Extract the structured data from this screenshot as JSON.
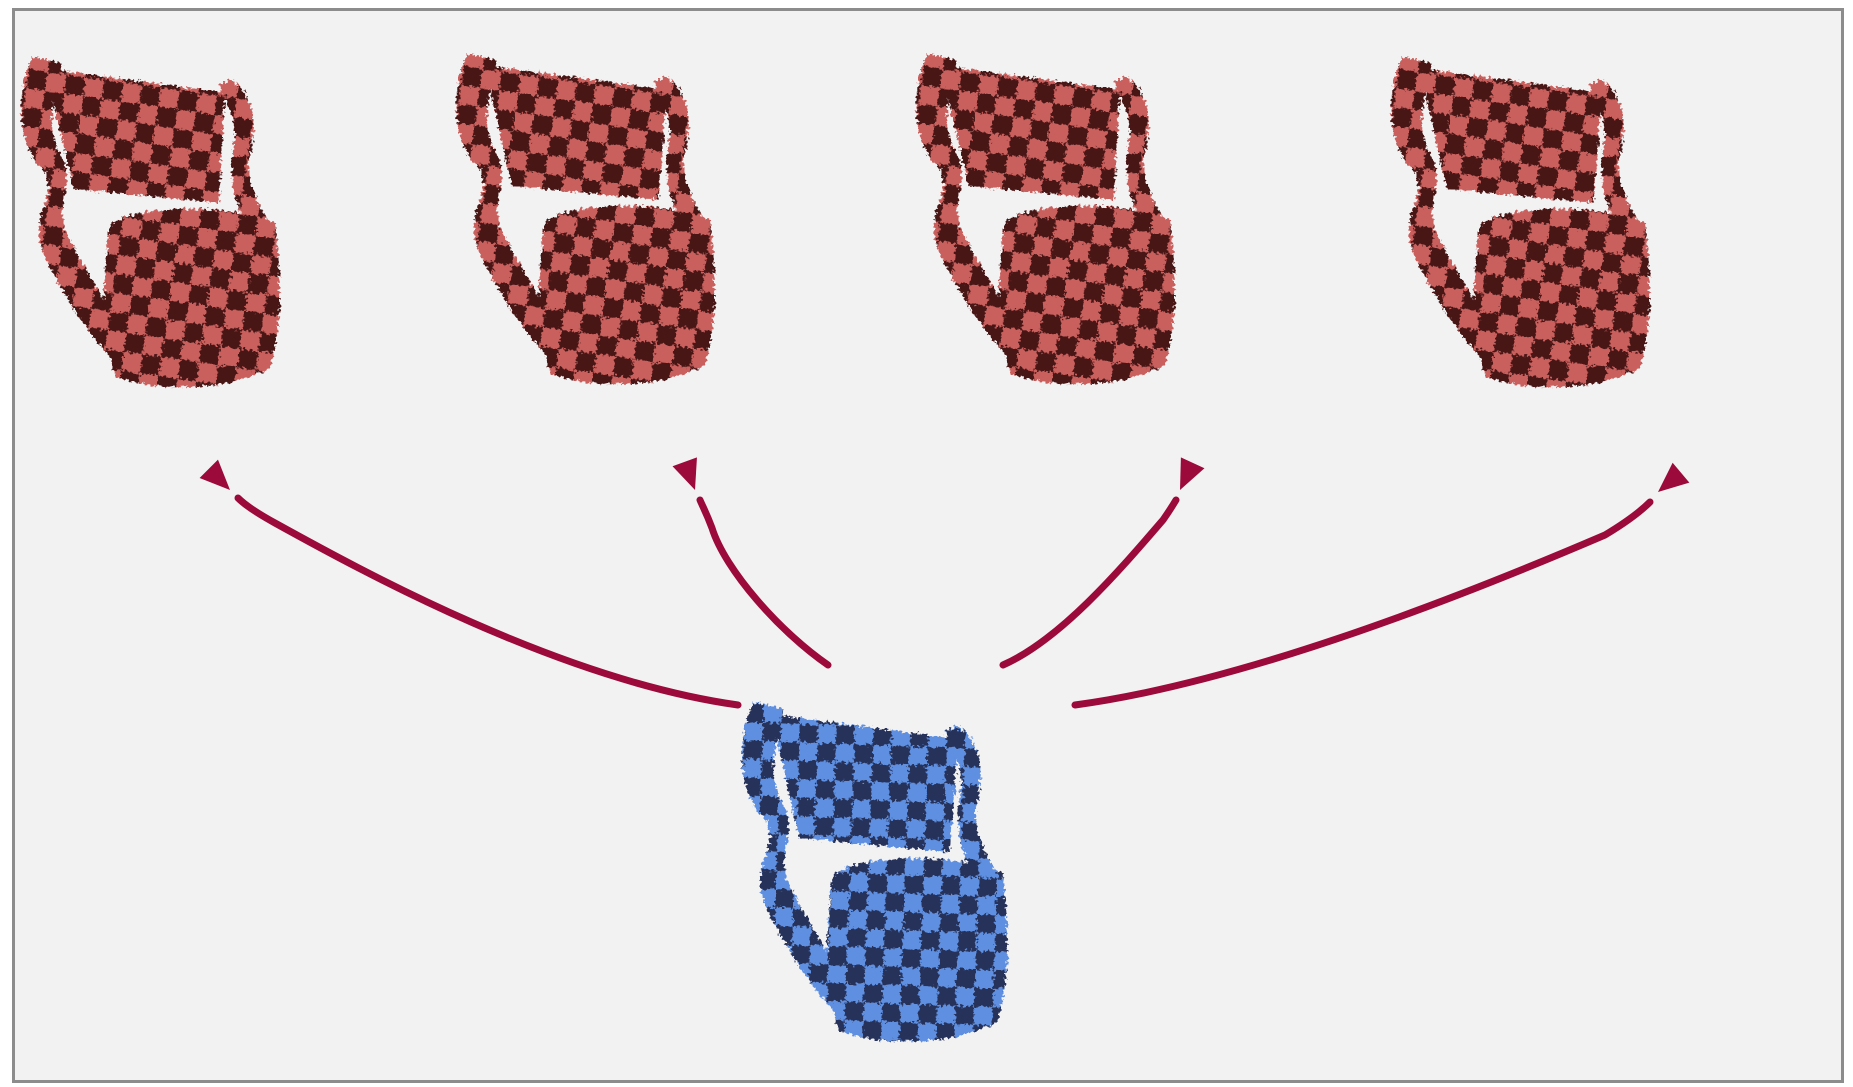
{
  "diagram": {
    "source": {
      "name": "source-mesh",
      "color": "#5e8fe0",
      "dark_color": "#27335a"
    },
    "targets": [
      {
        "name": "target-mesh-1",
        "color": "#c9605d",
        "dark_color": "#4a1516"
      },
      {
        "name": "target-mesh-2",
        "color": "#c9605d",
        "dark_color": "#4a1516"
      },
      {
        "name": "target-mesh-3",
        "color": "#c9605d",
        "dark_color": "#4a1516"
      },
      {
        "name": "target-mesh-4",
        "color": "#c9605d",
        "dark_color": "#4a1516"
      }
    ],
    "arrows": [
      {
        "name": "arrow-to-target-1",
        "color": "#9b0a3a"
      },
      {
        "name": "arrow-to-target-2",
        "color": "#9b0a3a"
      },
      {
        "name": "arrow-to-target-3",
        "color": "#9b0a3a"
      },
      {
        "name": "arrow-to-target-4",
        "color": "#9b0a3a"
      }
    ],
    "background_color": "#f2f2f2",
    "border_color": "#8c8c8c"
  }
}
